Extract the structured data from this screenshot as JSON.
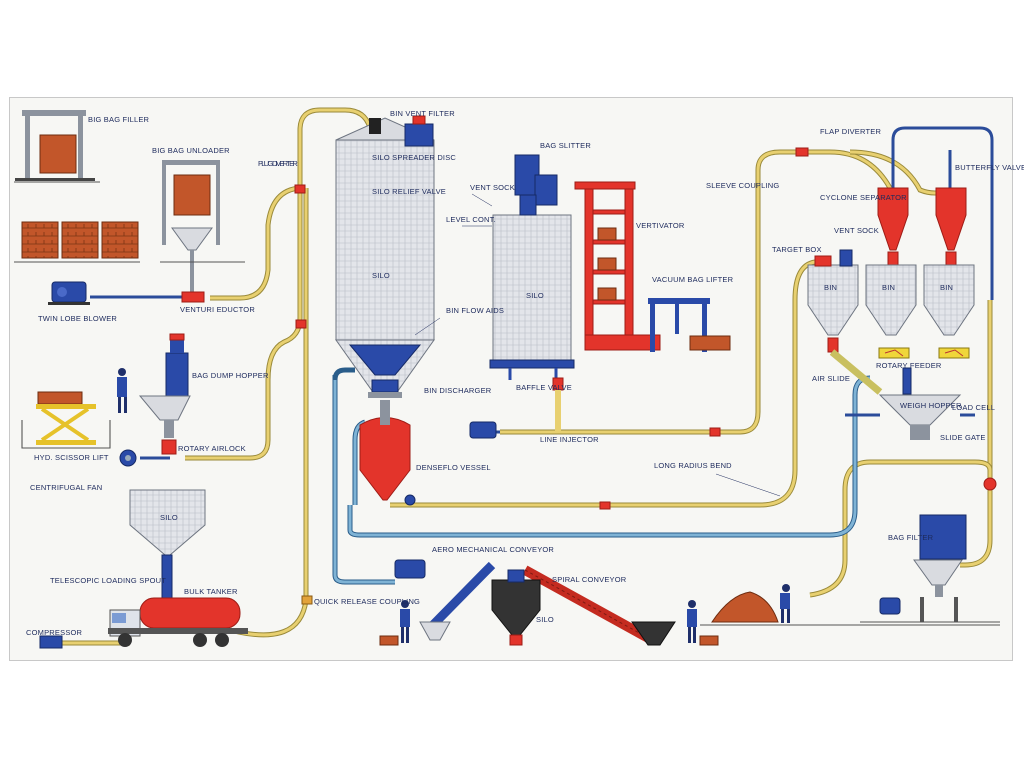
{
  "labels": {
    "big_bag_filler": "BIG BAG FILLER",
    "big_bag_unloader": "BIG BAG UNLOADER",
    "plug_diverter": "PLUG DIVERTER",
    "bin_vent_filter": "BIN VENT FILTER",
    "silo_spreader_disc": "SILO SPREADER DISC",
    "silo_relief_valve": "SILO RELIEF VALVE",
    "silo_main": "SILO",
    "bin_flow_aids": "BIN FLOW AIDS",
    "bin_discharger": "BIN DISCHARGER",
    "twin_lobe_blower": "TWIN LOBE BLOWER",
    "venturi_eductor": "VENTURI EDUCTOR",
    "bag_dump_hopper": "BAG DUMP HOPPER",
    "rotary_airlock": "ROTARY AIRLOCK",
    "hyd_scissor_lift": "HYD. SCISSOR LIFT",
    "centrifugal_fan": "CENTRIFUGAL FAN",
    "silo_tanker": "SILO",
    "telescopic_loading_spout": "TELESCOPIC LOADING SPOUT",
    "bulk_tanker": "BULK TANKER",
    "compressor": "COMPRESSOR",
    "quick_release_coupling": "QUICK RELEASE COUPLING",
    "denseflo_vessel": "DENSEFLO VESSEL",
    "bag_slitter": "BAG SLITTER",
    "vent_sock_left": "VENT SOCK",
    "level_cont": "LEVEL CONT.",
    "silo_mid": "SILO",
    "bufoc_valve": "BAFFLE VALVE",
    "vertivator": "VERTIVATOR",
    "vacuum_bag_lifter": "VACUUM BAG LIFTER",
    "line_injector": "LINE INJECTOR",
    "flap_diverter": "FLAP DIVERTER",
    "sleeve_coupling": "SLEEVE COUPLING",
    "cyclone_separator": "CYCLONE SEPARATOR",
    "butterfly_valve": "BUTTERFLY VALVE",
    "target_box": "TARGET BOX",
    "vent_sock_right": "VENT SOCK",
    "bin1": "BIN",
    "bin2": "BIN",
    "bin3": "BIN",
    "rotary_feeder": "ROTARY FEEDER",
    "air_slide": "AIR SLIDE",
    "weigh_hopper": "WEIGH HOPPER",
    "load_cell": "LOAD CELL",
    "slide_gate": "SLIDE GATE",
    "long_radius_bend": "LONG RADIUS BEND",
    "bag_filter": "BAG FILTER",
    "aero_mechanical_conveyor": "AERO MECHANICAL CONVEYOR",
    "silo_bottom": "SILO",
    "spiral_conveyor": "SPIRAL CONVEYOR"
  },
  "colors": {
    "pipe_yellow": "#e8d070",
    "pipe_light_blue": "#7fb3d5",
    "pipe_navy": "#2b4c9a",
    "vessel_red": "#e3342b",
    "equipment_blue": "#2a4aa8",
    "steel_grey": "#d9dbe0",
    "brick": "#c2562a"
  }
}
